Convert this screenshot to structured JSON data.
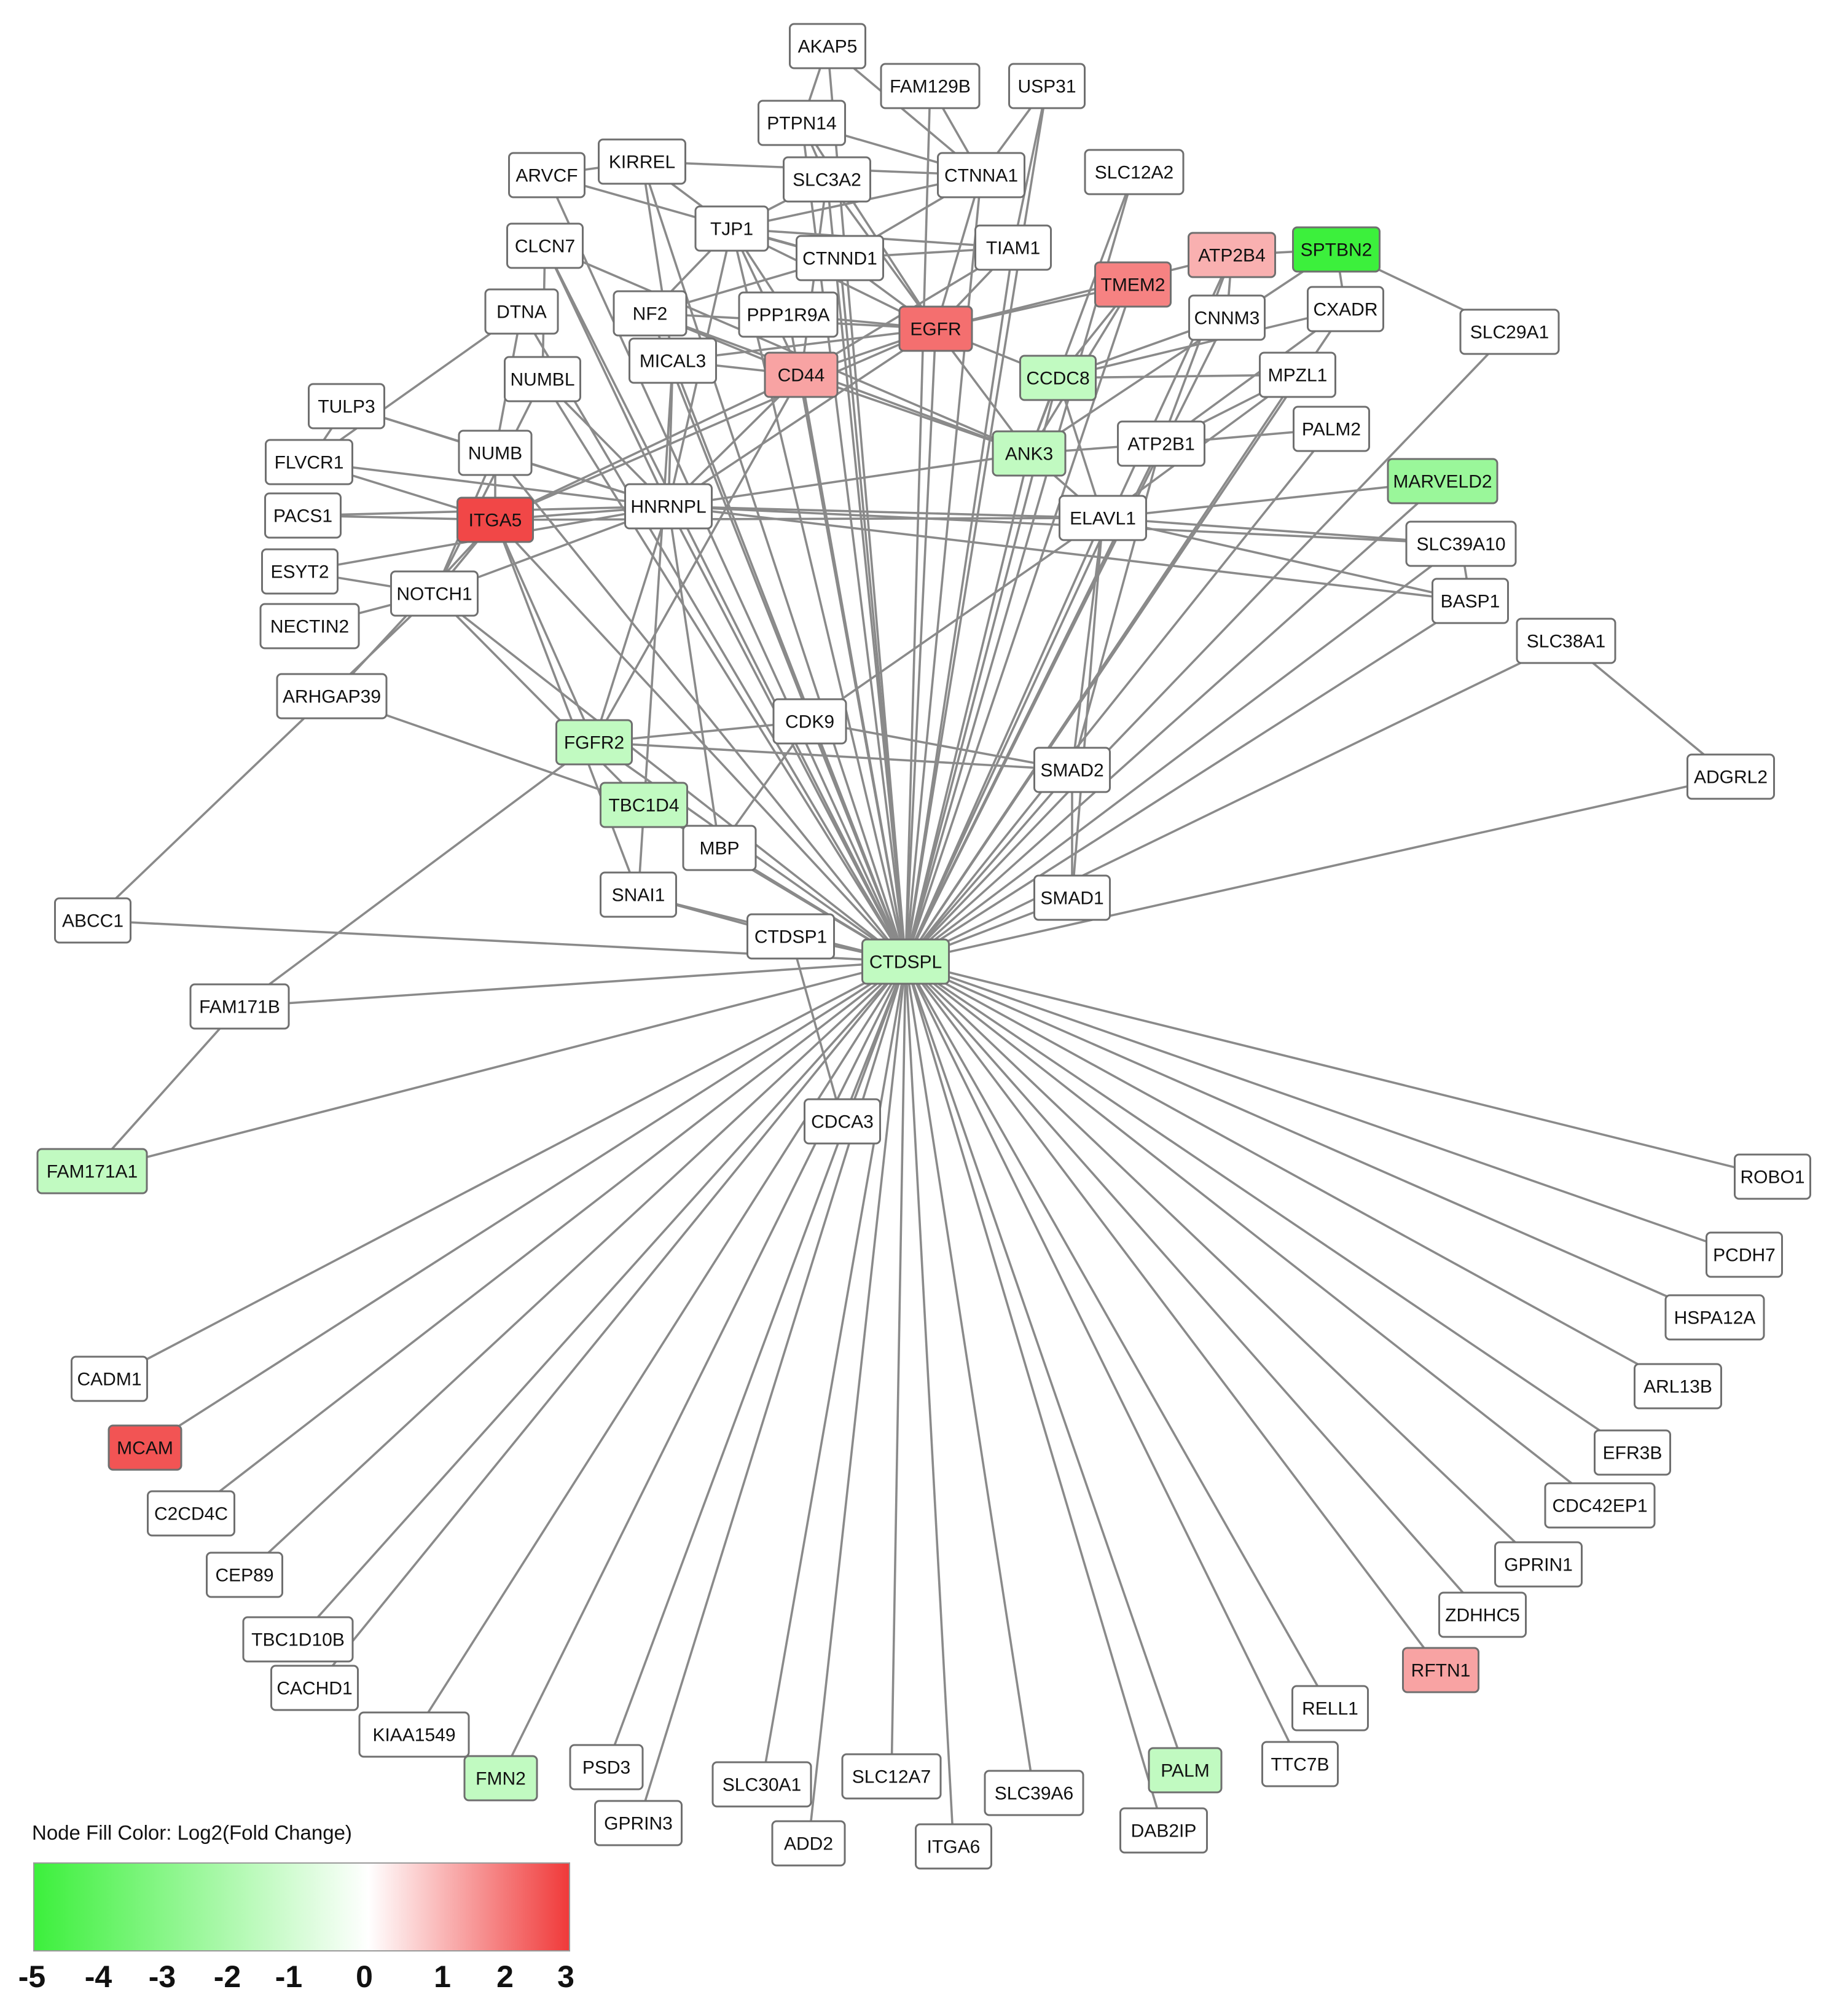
{
  "colors": {
    "edge": "#8a8a8a",
    "node_border": "#6f6f6f",
    "scale_min": "#3cf03c",
    "scale_mid": "#ffffff",
    "scale_max": "#f03a3a"
  },
  "network": {
    "nodes": [
      {
        "id": "AKAP5",
        "fc": 0
      },
      {
        "id": "FAM129B",
        "fc": 0
      },
      {
        "id": "USP31",
        "fc": 0
      },
      {
        "id": "PTPN14",
        "fc": 0
      },
      {
        "id": "KIRREL",
        "fc": 0
      },
      {
        "id": "ARVCF",
        "fc": 0
      },
      {
        "id": "SLC3A2",
        "fc": 0
      },
      {
        "id": "CTNNA1",
        "fc": 0
      },
      {
        "id": "SLC12A2",
        "fc": 0
      },
      {
        "id": "TJP1",
        "fc": 0
      },
      {
        "id": "CLCN7",
        "fc": 0
      },
      {
        "id": "CTNND1",
        "fc": 0
      },
      {
        "id": "TIAM1",
        "fc": 0
      },
      {
        "id": "ATP2B4",
        "fc": 1.2
      },
      {
        "id": "SPTBN2",
        "fc": -5
      },
      {
        "id": "TMEM2",
        "fc": 1.9
      },
      {
        "id": "DTNA",
        "fc": 0
      },
      {
        "id": "NF2",
        "fc": 0
      },
      {
        "id": "PPP1R9A",
        "fc": 0
      },
      {
        "id": "EGFR",
        "fc": 2.2
      },
      {
        "id": "CNNM3",
        "fc": 0
      },
      {
        "id": "CXADR",
        "fc": 0
      },
      {
        "id": "SLC29A1",
        "fc": 0
      },
      {
        "id": "MICAL3",
        "fc": 0
      },
      {
        "id": "NUMBL",
        "fc": 0
      },
      {
        "id": "CD44",
        "fc": 1.4
      },
      {
        "id": "CCDC8",
        "fc": -1.6
      },
      {
        "id": "MPZL1",
        "fc": 0
      },
      {
        "id": "TULP3",
        "fc": 0
      },
      {
        "id": "PALM2",
        "fc": 0
      },
      {
        "id": "NUMB",
        "fc": 0
      },
      {
        "id": "ANK3",
        "fc": -1.6
      },
      {
        "id": "ATP2B1",
        "fc": 0
      },
      {
        "id": "FLVCR1",
        "fc": 0
      },
      {
        "id": "MARVELD2",
        "fc": -2.6
      },
      {
        "id": "PACS1",
        "fc": 0
      },
      {
        "id": "ITGA5",
        "fc": 2.8
      },
      {
        "id": "HNRNPL",
        "fc": 0
      },
      {
        "id": "ELAVL1",
        "fc": 0
      },
      {
        "id": "SLC39A10",
        "fc": 0
      },
      {
        "id": "ESYT2",
        "fc": 0
      },
      {
        "id": "NOTCH1",
        "fc": 0
      },
      {
        "id": "BASP1",
        "fc": 0
      },
      {
        "id": "NECTIN2",
        "fc": 0
      },
      {
        "id": "SLC38A1",
        "fc": 0
      },
      {
        "id": "ARHGAP39",
        "fc": 0
      },
      {
        "id": "CDK9",
        "fc": 0
      },
      {
        "id": "FGFR2",
        "fc": -1.6
      },
      {
        "id": "SMAD2",
        "fc": 0
      },
      {
        "id": "ADGRL2",
        "fc": 0
      },
      {
        "id": "TBC1D4",
        "fc": -1.6
      },
      {
        "id": "MBP",
        "fc": 0
      },
      {
        "id": "SNAI1",
        "fc": 0
      },
      {
        "id": "SMAD1",
        "fc": 0
      },
      {
        "id": "ABCC1",
        "fc": 0
      },
      {
        "id": "CTDSP1",
        "fc": 0
      },
      {
        "id": "CTDSPL",
        "fc": -1.6
      },
      {
        "id": "FAM171B",
        "fc": 0
      },
      {
        "id": "CDCA3",
        "fc": 0
      },
      {
        "id": "FAM171A1",
        "fc": -1.6
      },
      {
        "id": "ROBO1",
        "fc": 0
      },
      {
        "id": "PCDH7",
        "fc": 0
      },
      {
        "id": "HSPA12A",
        "fc": 0
      },
      {
        "id": "CADM1",
        "fc": 0
      },
      {
        "id": "ARL13B",
        "fc": 0
      },
      {
        "id": "MCAM",
        "fc": 2.6
      },
      {
        "id": "EFR3B",
        "fc": 0
      },
      {
        "id": "C2CD4C",
        "fc": 0
      },
      {
        "id": "CDC42EP1",
        "fc": 0
      },
      {
        "id": "CEP89",
        "fc": 0
      },
      {
        "id": "GPRIN1",
        "fc": 0
      },
      {
        "id": "ZDHHC5",
        "fc": 0
      },
      {
        "id": "TBC1D10B",
        "fc": 0
      },
      {
        "id": "RFTN1",
        "fc": 1.4
      },
      {
        "id": "CACHD1",
        "fc": 0
      },
      {
        "id": "RELL1",
        "fc": 0
      },
      {
        "id": "KIAA1549",
        "fc": 0
      },
      {
        "id": "PSD3",
        "fc": 0
      },
      {
        "id": "FMN2",
        "fc": -1.6
      },
      {
        "id": "SLC30A1",
        "fc": 0
      },
      {
        "id": "SLC12A7",
        "fc": 0
      },
      {
        "id": "SLC39A6",
        "fc": 0
      },
      {
        "id": "PALM",
        "fc": -1.6
      },
      {
        "id": "TTC7B",
        "fc": 0
      },
      {
        "id": "GPRIN3",
        "fc": 0
      },
      {
        "id": "ADD2",
        "fc": 0
      },
      {
        "id": "ITGA6",
        "fc": 0
      },
      {
        "id": "DAB2IP",
        "fc": 0
      }
    ],
    "edges": [
      [
        "CTDSPL",
        "AKAP5"
      ],
      [
        "CTDSPL",
        "FAM129B"
      ],
      [
        "CTDSPL",
        "USP31"
      ],
      [
        "CTDSPL",
        "PTPN14"
      ],
      [
        "CTDSPL",
        "KIRREL"
      ],
      [
        "CTDSPL",
        "ARVCF"
      ],
      [
        "CTDSPL",
        "SLC3A2"
      ],
      [
        "CTDSPL",
        "CTNNA1"
      ],
      [
        "CTDSPL",
        "SLC12A2"
      ],
      [
        "CTDSPL",
        "TJP1"
      ],
      [
        "CTDSPL",
        "CLCN7"
      ],
      [
        "CTDSPL",
        "CTNND1"
      ],
      [
        "CTDSPL",
        "TIAM1"
      ],
      [
        "CTDSPL",
        "ATP2B4"
      ],
      [
        "CTDSPL",
        "TMEM2"
      ],
      [
        "CTDSPL",
        "DTNA"
      ],
      [
        "CTDSPL",
        "NF2"
      ],
      [
        "CTDSPL",
        "PPP1R9A"
      ],
      [
        "CTDSPL",
        "EGFR"
      ],
      [
        "CTDSPL",
        "CNNM3"
      ],
      [
        "CTDSPL",
        "CXADR"
      ],
      [
        "CTDSPL",
        "SLC29A1"
      ],
      [
        "CTDSPL",
        "MICAL3"
      ],
      [
        "CTDSPL",
        "NUMBL"
      ],
      [
        "CTDSPL",
        "CD44"
      ],
      [
        "CTDSPL",
        "CCDC8"
      ],
      [
        "CTDSPL",
        "MPZL1"
      ],
      [
        "CTDSPL",
        "PALM2"
      ],
      [
        "CTDSPL",
        "NUMB"
      ],
      [
        "CTDSPL",
        "ANK3"
      ],
      [
        "CTDSPL",
        "ATP2B1"
      ],
      [
        "CTDSPL",
        "MARVELD2"
      ],
      [
        "CTDSPL",
        "ITGA5"
      ],
      [
        "CTDSPL",
        "HNRNPL"
      ],
      [
        "CTDSPL",
        "ELAVL1"
      ],
      [
        "CTDSPL",
        "SLC39A10"
      ],
      [
        "CTDSPL",
        "NOTCH1"
      ],
      [
        "CTDSPL",
        "BASP1"
      ],
      [
        "CTDSPL",
        "SLC38A1"
      ],
      [
        "CTDSPL",
        "CDK9"
      ],
      [
        "CTDSPL",
        "FGFR2"
      ],
      [
        "CTDSPL",
        "SMAD2"
      ],
      [
        "CTDSPL",
        "ADGRL2"
      ],
      [
        "CTDSPL",
        "TBC1D4"
      ],
      [
        "CTDSPL",
        "MBP"
      ],
      [
        "CTDSPL",
        "SNAI1"
      ],
      [
        "CTDSPL",
        "SMAD1"
      ],
      [
        "CTDSPL",
        "ABCC1"
      ],
      [
        "CTDSPL",
        "CTDSP1"
      ],
      [
        "CTDSPL",
        "FAM171B"
      ],
      [
        "CTDSPL",
        "CDCA3"
      ],
      [
        "CTDSPL",
        "FAM171A1"
      ],
      [
        "CTDSPL",
        "ROBO1"
      ],
      [
        "CTDSPL",
        "PCDH7"
      ],
      [
        "CTDSPL",
        "HSPA12A"
      ],
      [
        "CTDSPL",
        "CADM1"
      ],
      [
        "CTDSPL",
        "ARL13B"
      ],
      [
        "CTDSPL",
        "MCAM"
      ],
      [
        "CTDSPL",
        "EFR3B"
      ],
      [
        "CTDSPL",
        "C2CD4C"
      ],
      [
        "CTDSPL",
        "CDC42EP1"
      ],
      [
        "CTDSPL",
        "CEP89"
      ],
      [
        "CTDSPL",
        "GPRIN1"
      ],
      [
        "CTDSPL",
        "ZDHHC5"
      ],
      [
        "CTDSPL",
        "TBC1D10B"
      ],
      [
        "CTDSPL",
        "RFTN1"
      ],
      [
        "CTDSPL",
        "CACHD1"
      ],
      [
        "CTDSPL",
        "RELL1"
      ],
      [
        "CTDSPL",
        "KIAA1549"
      ],
      [
        "CTDSPL",
        "PSD3"
      ],
      [
        "CTDSPL",
        "FMN2"
      ],
      [
        "CTDSPL",
        "SLC30A1"
      ],
      [
        "CTDSPL",
        "SLC12A7"
      ],
      [
        "CTDSPL",
        "SLC39A6"
      ],
      [
        "CTDSPL",
        "PALM"
      ],
      [
        "CTDSPL",
        "TTC7B"
      ],
      [
        "CTDSPL",
        "GPRIN3"
      ],
      [
        "CTDSPL",
        "ADD2"
      ],
      [
        "CTDSPL",
        "ITGA6"
      ],
      [
        "CTDSPL",
        "DAB2IP"
      ],
      [
        "HNRNPL",
        "ITGA5"
      ],
      [
        "HNRNPL",
        "NOTCH1"
      ],
      [
        "HNRNPL",
        "NUMB"
      ],
      [
        "HNRNPL",
        "NUMBL"
      ],
      [
        "HNRNPL",
        "MICAL3"
      ],
      [
        "HNRNPL",
        "CD44"
      ],
      [
        "HNRNPL",
        "EGFR"
      ],
      [
        "HNRNPL",
        "ANK3"
      ],
      [
        "HNRNPL",
        "ELAVL1"
      ],
      [
        "HNRNPL",
        "FLVCR1"
      ],
      [
        "HNRNPL",
        "PACS1"
      ],
      [
        "HNRNPL",
        "TULP3"
      ],
      [
        "HNRNPL",
        "CLCN7"
      ],
      [
        "HNRNPL",
        "TJP1"
      ],
      [
        "HNRNPL",
        "MBP"
      ],
      [
        "HNRNPL",
        "FGFR2"
      ],
      [
        "HNRNPL",
        "ESYT2"
      ],
      [
        "HNRNPL",
        "SLC39A10"
      ],
      [
        "EGFR",
        "CTNND1"
      ],
      [
        "EGFR",
        "TJP1"
      ],
      [
        "EGFR",
        "CD44"
      ],
      [
        "EGFR",
        "TMEM2"
      ],
      [
        "EGFR",
        "ATP2B4"
      ],
      [
        "EGFR",
        "CCDC8"
      ],
      [
        "EGFR",
        "SLC3A2"
      ],
      [
        "EGFR",
        "PTPN14"
      ],
      [
        "EGFR",
        "CTNNA1"
      ],
      [
        "EGFR",
        "TIAM1"
      ],
      [
        "EGFR",
        "NF2"
      ],
      [
        "EGFR",
        "ANK3"
      ],
      [
        "EGFR",
        "MICAL3"
      ],
      [
        "EGFR",
        "PPP1R9A"
      ],
      [
        "EGFR",
        "ITGA5"
      ],
      [
        "CD44",
        "MICAL3"
      ],
      [
        "CD44",
        "NF2"
      ],
      [
        "CD44",
        "ITGA5"
      ],
      [
        "CD44",
        "ANK3"
      ],
      [
        "CD44",
        "TIAM1"
      ],
      [
        "CD44",
        "SLC3A2"
      ],
      [
        "CD44",
        "FGFR2"
      ],
      [
        "CD44",
        "TJP1"
      ],
      [
        "ITGA5",
        "NOTCH1"
      ],
      [
        "ITGA5",
        "PACS1"
      ],
      [
        "ITGA5",
        "FLVCR1"
      ],
      [
        "ITGA5",
        "NUMB"
      ],
      [
        "ITGA5",
        "SNAI1"
      ],
      [
        "ITGA5",
        "FGFR2"
      ],
      [
        "NOTCH1",
        "NUMB"
      ],
      [
        "NOTCH1",
        "NUMBL"
      ],
      [
        "NOTCH1",
        "ESYT2"
      ],
      [
        "NOTCH1",
        "NECTIN2"
      ],
      [
        "NOTCH1",
        "TBC1D4"
      ],
      [
        "NUMB",
        "TULP3"
      ],
      [
        "NUMB",
        "DTNA"
      ],
      [
        "NUMBL",
        "CLCN7"
      ],
      [
        "FLVCR1",
        "DTNA"
      ],
      [
        "FLVCR1",
        "TULP3"
      ],
      [
        "ARVCF",
        "KIRREL"
      ],
      [
        "ARVCF",
        "CTNND1"
      ],
      [
        "KIRREL",
        "TJP1"
      ],
      [
        "KIRREL",
        "MICAL3"
      ],
      [
        "KIRREL",
        "CTNNA1"
      ],
      [
        "TJP1",
        "CTNNA1"
      ],
      [
        "TJP1",
        "CTNND1"
      ],
      [
        "TJP1",
        "PPP1R9A"
      ],
      [
        "TJP1",
        "SLC3A2"
      ],
      [
        "TJP1",
        "NF2"
      ],
      [
        "TJP1",
        "TIAM1"
      ],
      [
        "CTNNA1",
        "CTNND1"
      ],
      [
        "CTNNA1",
        "PTPN14"
      ],
      [
        "CTNNA1",
        "AKAP5"
      ],
      [
        "CTNNA1",
        "USP31"
      ],
      [
        "CTNNA1",
        "FAM129B"
      ],
      [
        "CTNND1",
        "TIAM1"
      ],
      [
        "CTNND1",
        "NF2"
      ],
      [
        "PTPN14",
        "AKAP5"
      ],
      [
        "PTPN14",
        "SLC3A2"
      ],
      [
        "USP31",
        "TIAM1"
      ],
      [
        "TMEM2",
        "CCDC8"
      ],
      [
        "TMEM2",
        "ANK3"
      ],
      [
        "ATP2B4",
        "SPTBN2"
      ],
      [
        "ATP2B4",
        "CNNM3"
      ],
      [
        "ATP2B4",
        "ATP2B1"
      ],
      [
        "SPTBN2",
        "ANK3"
      ],
      [
        "SPTBN2",
        "CXADR"
      ],
      [
        "SPTBN2",
        "SLC29A1"
      ],
      [
        "CCDC8",
        "CNNM3"
      ],
      [
        "CCDC8",
        "MPZL1"
      ],
      [
        "CCDC8",
        "CXADR"
      ],
      [
        "CCDC8",
        "ANK3"
      ],
      [
        "CCDC8",
        "ELAVL1"
      ],
      [
        "ANK3",
        "ATP2B1"
      ],
      [
        "ANK3",
        "ELAVL1"
      ],
      [
        "ANK3",
        "SLC12A2"
      ],
      [
        "ANK3",
        "NF2"
      ],
      [
        "ANK3",
        "CLCN7"
      ],
      [
        "ATP2B1",
        "PALM2"
      ],
      [
        "ATP2B1",
        "MPZL1"
      ],
      [
        "ATP2B1",
        "CXADR"
      ],
      [
        "ATP2B1",
        "SMAD2"
      ],
      [
        "ELAVL1",
        "MARVELD2"
      ],
      [
        "ELAVL1",
        "SLC39A10"
      ],
      [
        "ELAVL1",
        "BASP1"
      ],
      [
        "ELAVL1",
        "SMAD1"
      ],
      [
        "ELAVL1",
        "SMAD2"
      ],
      [
        "ELAVL1",
        "MPZL1"
      ],
      [
        "ELAVL1",
        "ITGA5"
      ],
      [
        "ELAVL1",
        "CDK9"
      ],
      [
        "SMAD2",
        "SMAD1"
      ],
      [
        "SMAD2",
        "CDK9"
      ],
      [
        "SMAD2",
        "FGFR2"
      ],
      [
        "CDK9",
        "FGFR2"
      ],
      [
        "CDK9",
        "MBP"
      ],
      [
        "SLC38A1",
        "ADGRL2"
      ],
      [
        "SLC39A10",
        "BASP1"
      ],
      [
        "BASP1",
        "HNRNPL"
      ],
      [
        "ARHGAP39",
        "ITGA5"
      ],
      [
        "ARHGAP39",
        "TBC1D4"
      ],
      [
        "ABCC1",
        "NOTCH1"
      ],
      [
        "FAM171B",
        "FGFR2"
      ],
      [
        "FAM171B",
        "FAM171A1"
      ],
      [
        "MBP",
        "TBC1D4"
      ],
      [
        "SNAI1",
        "CTDSP1"
      ],
      [
        "SNAI1",
        "MICAL3"
      ],
      [
        "CTDSP1",
        "CDCA3"
      ]
    ]
  },
  "legend": {
    "title": "Node Fill Color:  Log2(Fold Change)",
    "ticks": [
      {
        "label": "-5",
        "value": -5
      },
      {
        "label": "-4",
        "value": -4
      },
      {
        "label": "-3",
        "value": -3
      },
      {
        "label": "-2",
        "value": -2
      },
      {
        "label": "-1",
        "value": -1
      },
      {
        "label": "0",
        "value": 0
      },
      {
        "label": "1",
        "value": 1
      },
      {
        "label": "2",
        "value": 2
      },
      {
        "label": "3",
        "value": 3
      }
    ]
  }
}
